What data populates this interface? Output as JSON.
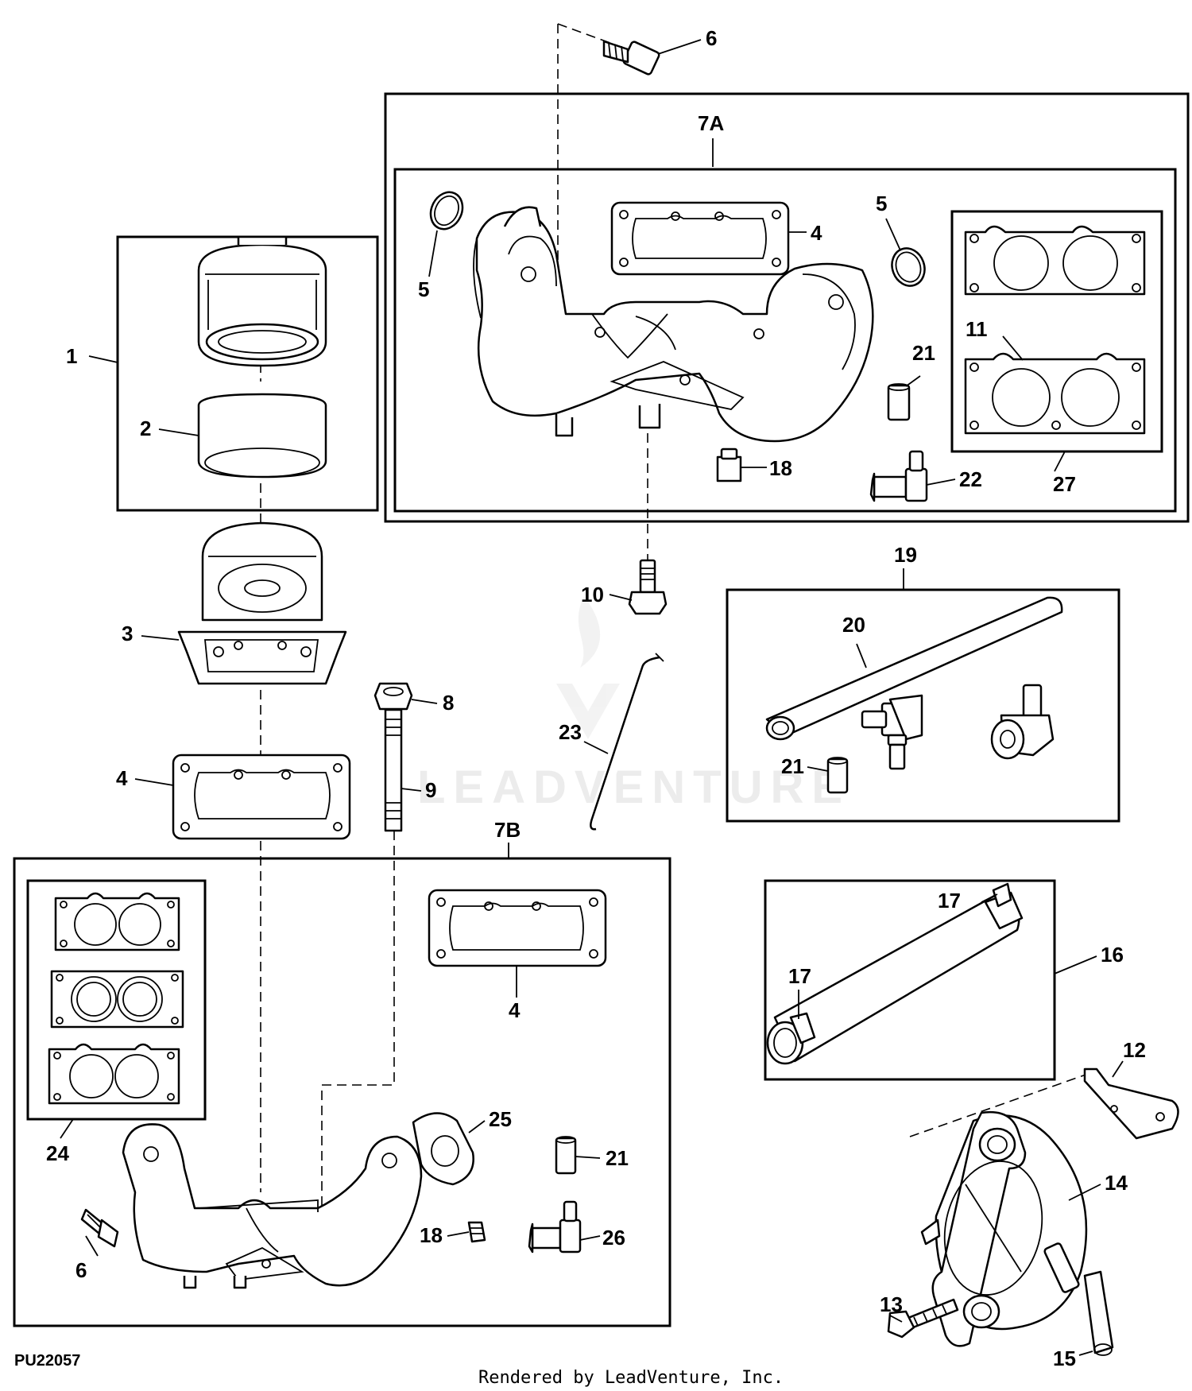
{
  "figure_code": "PU22057",
  "footer": "Rendered by LeadVenture, Inc.",
  "watermark": "LEADVENTURE",
  "callouts": {
    "c1": "1",
    "c2": "2",
    "c3": "3",
    "c4a": "4",
    "c4b": "4",
    "c4c": "4",
    "c5a": "5",
    "c5b": "5",
    "c6a": "6",
    "c6b": "6",
    "c7a": "7A",
    "c7b": "7B",
    "c8": "8",
    "c9": "9",
    "c10": "10",
    "c11": "11",
    "c12": "12",
    "c13": "13",
    "c14": "14",
    "c15": "15",
    "c16": "16",
    "c17a": "17",
    "c17b": "17",
    "c18a": "18",
    "c18b": "18",
    "c19": "19",
    "c20": "20",
    "c21a": "21",
    "c21b": "21",
    "c21c": "21",
    "c22": "22",
    "c23": "23",
    "c24": "24",
    "c25": "25",
    "c26": "26",
    "c27": "27"
  }
}
